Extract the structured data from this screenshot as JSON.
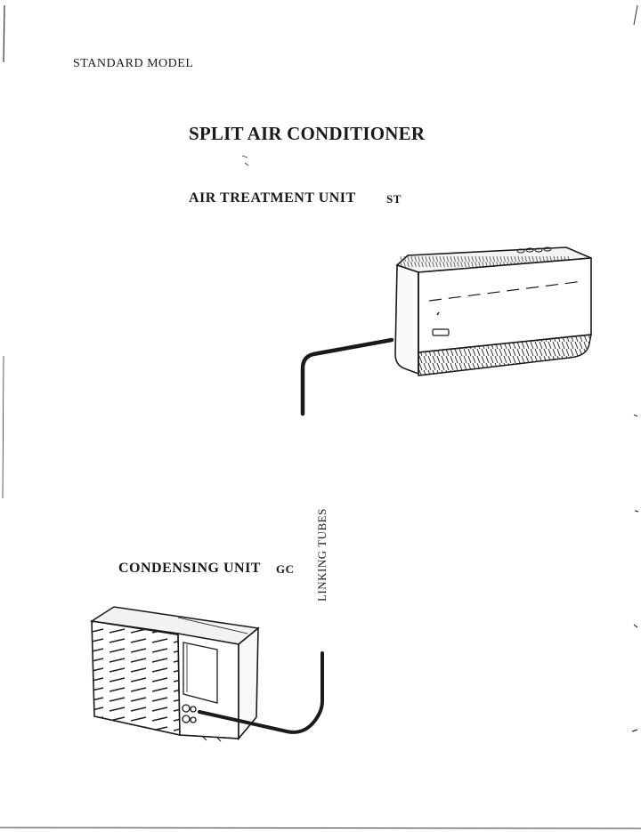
{
  "header": {
    "model_label": "STANDARD MODEL"
  },
  "title": "SPLIT AIR CONDITIONER",
  "air_treatment_unit": {
    "label": "AIR TREATMENT UNIT",
    "code": "ST"
  },
  "condensing_unit": {
    "label": "CONDENSING UNIT",
    "code": "GC"
  },
  "linking_tubes": {
    "label": "LINKING TUBES"
  },
  "colors": {
    "ink": "#1a1a1a",
    "paper": "#ffffff"
  }
}
